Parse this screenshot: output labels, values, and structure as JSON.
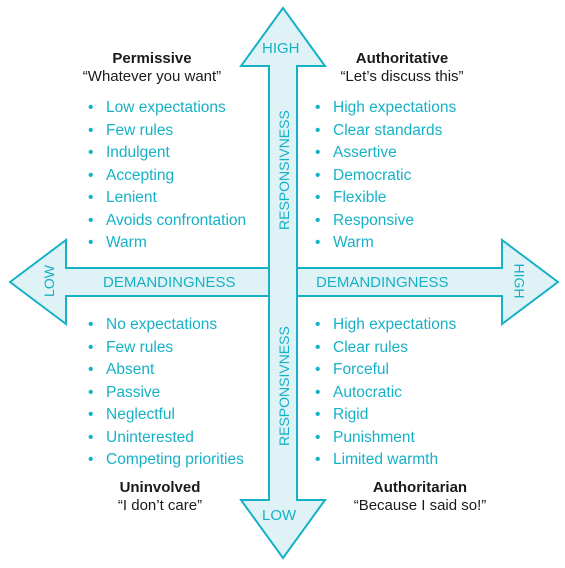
{
  "axes": {
    "vertical_top_label": "HIGH",
    "vertical_bottom_label": "LOW",
    "vertical_name": "RESPONSIVNESS",
    "horizontal_left_label": "LOW",
    "horizontal_right_label": "HIGH",
    "horizontal_name": "DEMANDINGNESS"
  },
  "quadrants": {
    "permissive": {
      "title": "Permissive",
      "quote": "“Whatever you want”",
      "items": [
        "Low expectations",
        "Few rules",
        "Indulgent",
        "Accepting",
        "Lenient",
        "Avoids confrontation",
        "Warm"
      ]
    },
    "authoritative": {
      "title": "Authoritative",
      "quote": "“Let’s discuss this”",
      "items": [
        "High expectations",
        "Clear standards",
        "Assertive",
        "Democratic",
        "Flexible",
        "Responsive",
        "Warm"
      ]
    },
    "uninvolved": {
      "title": "Uninvolved",
      "quote": "“I don’t care”",
      "items": [
        "No expectations",
        "Few rules",
        "Absent",
        "Passive",
        "Neglectful",
        "Uninterested",
        "Competing priorities"
      ]
    },
    "authoritarian": {
      "title": "Authoritarian",
      "quote": "“Because I said so!”",
      "items": [
        "High expectations",
        "Clear rules",
        "Forceful",
        "Autocratic",
        "Rigid",
        "Punishment",
        "Limited warmth"
      ]
    }
  },
  "colors": {
    "arrow_fill": "#dff3f7",
    "arrow_stroke": "#16b1c6",
    "text_accent": "#16b1c6"
  }
}
